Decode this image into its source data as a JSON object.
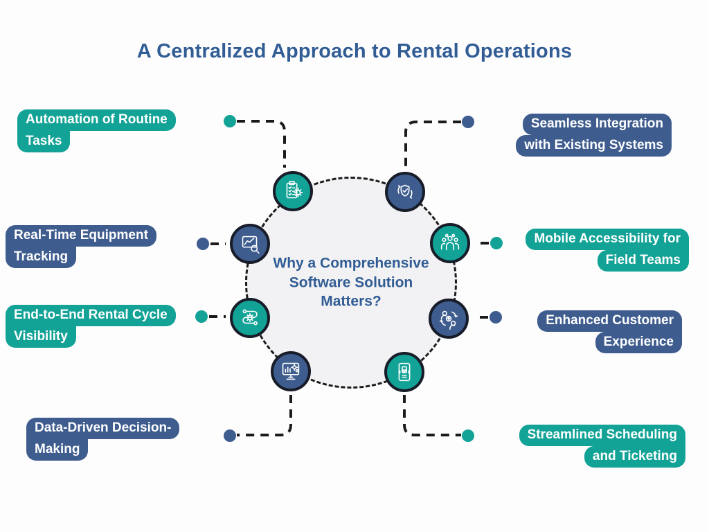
{
  "title": "A Centralized Approach to Rental Operations",
  "center": {
    "question": "Why a Comprehensive Software Solution Matters?"
  },
  "colors": {
    "teal": "#12a296",
    "navy": "#3e5c8e",
    "title_blue": "#315d94",
    "line_dark": "#1b1b1b",
    "circle_fill": "#f2f2f4"
  },
  "callouts": [
    {
      "line1": "Automation of Routine",
      "line2": "Tasks",
      "color": "teal",
      "side": "left"
    },
    {
      "line1": "Seamless Integration",
      "line2": "with Existing Systems",
      "color": "navy",
      "side": "right"
    },
    {
      "line1": "Real-Time Equipment",
      "line2": "Tracking",
      "color": "navy",
      "side": "left"
    },
    {
      "line1": "Mobile Accessibility for",
      "line2": "Field Teams",
      "color": "teal",
      "side": "right"
    },
    {
      "line1": "End-to-End Rental Cycle",
      "line2": "Visibility",
      "color": "teal",
      "side": "left"
    },
    {
      "line1": "Enhanced Customer",
      "line2": "Experience",
      "color": "navy",
      "side": "right"
    },
    {
      "line1": "Data-Driven Decision-",
      "line2": "Making",
      "color": "navy",
      "side": "left"
    },
    {
      "line1": "Streamlined Scheduling",
      "line2": "and Ticketing",
      "color": "teal",
      "side": "right"
    }
  ],
  "nodes": [
    {
      "icon": "clipboard-checklist-icon",
      "color": "teal",
      "position": "top-left"
    },
    {
      "icon": "shield-sync-icon",
      "color": "navy",
      "position": "top-right"
    },
    {
      "icon": "chart-search-icon",
      "color": "navy",
      "position": "left-upper"
    },
    {
      "icon": "team-group-icon",
      "color": "teal",
      "position": "right-upper"
    },
    {
      "icon": "workflow-gear-icon",
      "color": "teal",
      "position": "left-lower"
    },
    {
      "icon": "customer-sync-icon",
      "color": "navy",
      "position": "right-lower"
    },
    {
      "icon": "monitor-analytics-icon",
      "color": "navy",
      "position": "bottom-left"
    },
    {
      "icon": "ticket-icon",
      "color": "teal",
      "position": "bottom-right"
    }
  ]
}
